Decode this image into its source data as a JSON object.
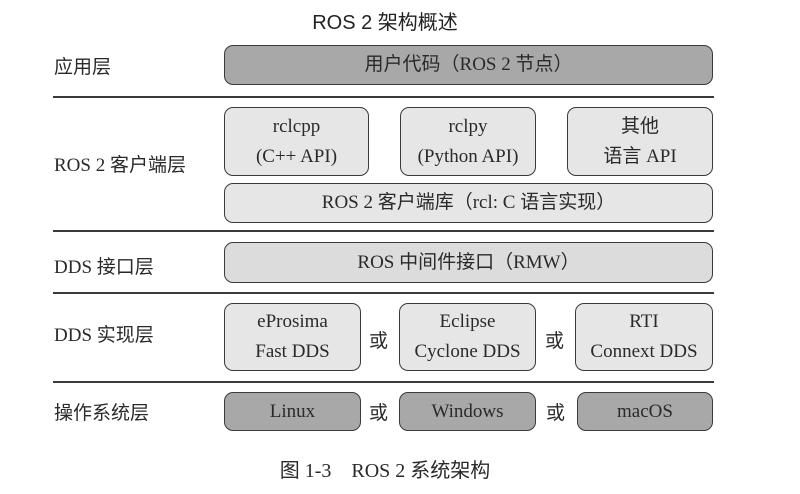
{
  "title": "ROS 2 架构概述",
  "caption": "图 1-3　ROS 2 系统架构",
  "colors": {
    "dark_box": "#a8a8a8",
    "light_box": "#e6e6e6",
    "border": "#3a3a3a"
  },
  "layers": {
    "application": {
      "label": "应用层",
      "box": "用户代码（ROS 2 节点）"
    },
    "client": {
      "label": "ROS 2 客户端层",
      "apis": [
        {
          "line1": "rclcpp",
          "line2": "(C++ API)"
        },
        {
          "line1": "rclpy",
          "line2": "(Python API)"
        },
        {
          "line1": "其他",
          "line2": "语言 API"
        }
      ],
      "library": "ROS 2 客户端库（rcl: C 语言实现）"
    },
    "dds_interface": {
      "label": "DDS 接口层",
      "box": "ROS 中间件接口（RMW）"
    },
    "dds_impl": {
      "label": "DDS 实现层",
      "options": [
        {
          "line1": "eProsima",
          "line2": "Fast DDS"
        },
        {
          "line1": "Eclipse",
          "line2": "Cyclone DDS"
        },
        {
          "line1": "RTI",
          "line2": "Connext DDS"
        }
      ],
      "separator": "或"
    },
    "os": {
      "label": "操作系统层",
      "options": [
        "Linux",
        "Windows",
        "macOS"
      ],
      "separator": "或"
    }
  }
}
